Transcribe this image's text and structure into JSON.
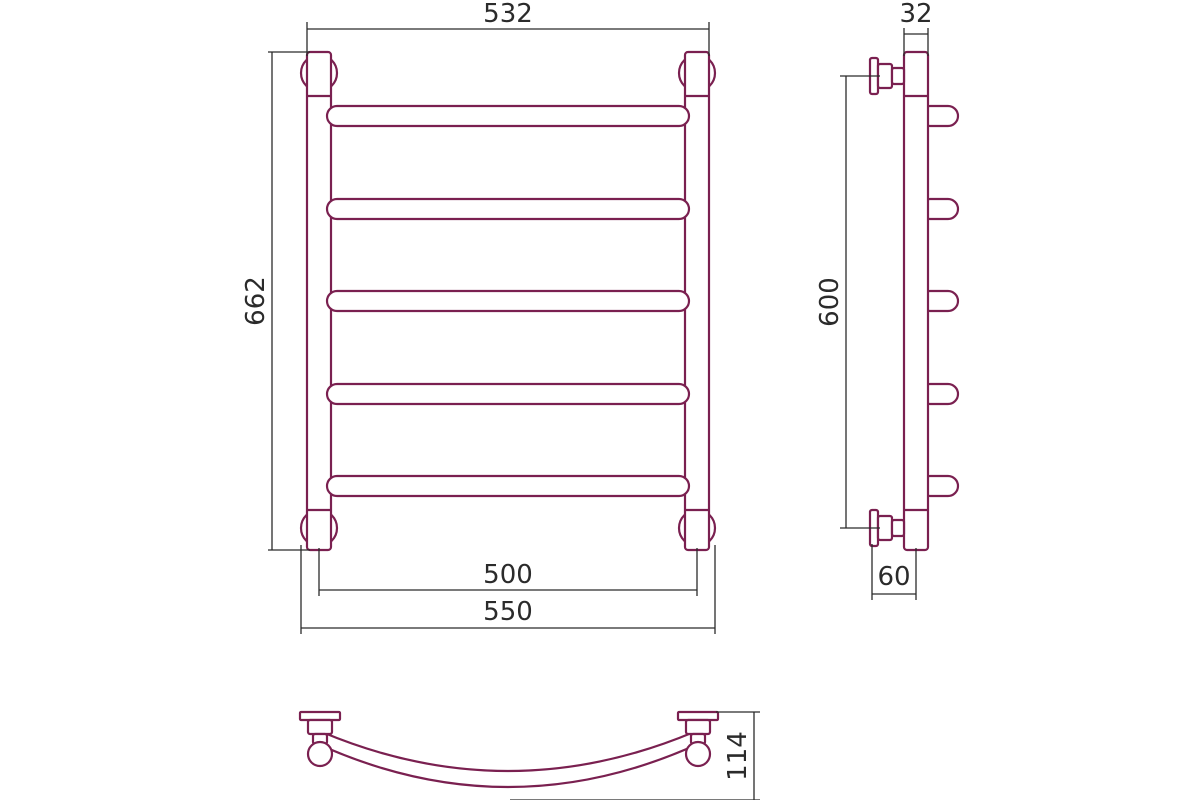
{
  "dimensions": {
    "front_overall_width": "532",
    "front_height": "662",
    "front_center_distance": "500",
    "front_base_width": "550",
    "side_center_distance": "600",
    "side_pipe_depth": "32",
    "side_wall_offset": "60",
    "top_projection": "114"
  },
  "colors": {
    "line": "#7a2050",
    "dimension": "#2b2b2b",
    "background": "#ffffff"
  }
}
